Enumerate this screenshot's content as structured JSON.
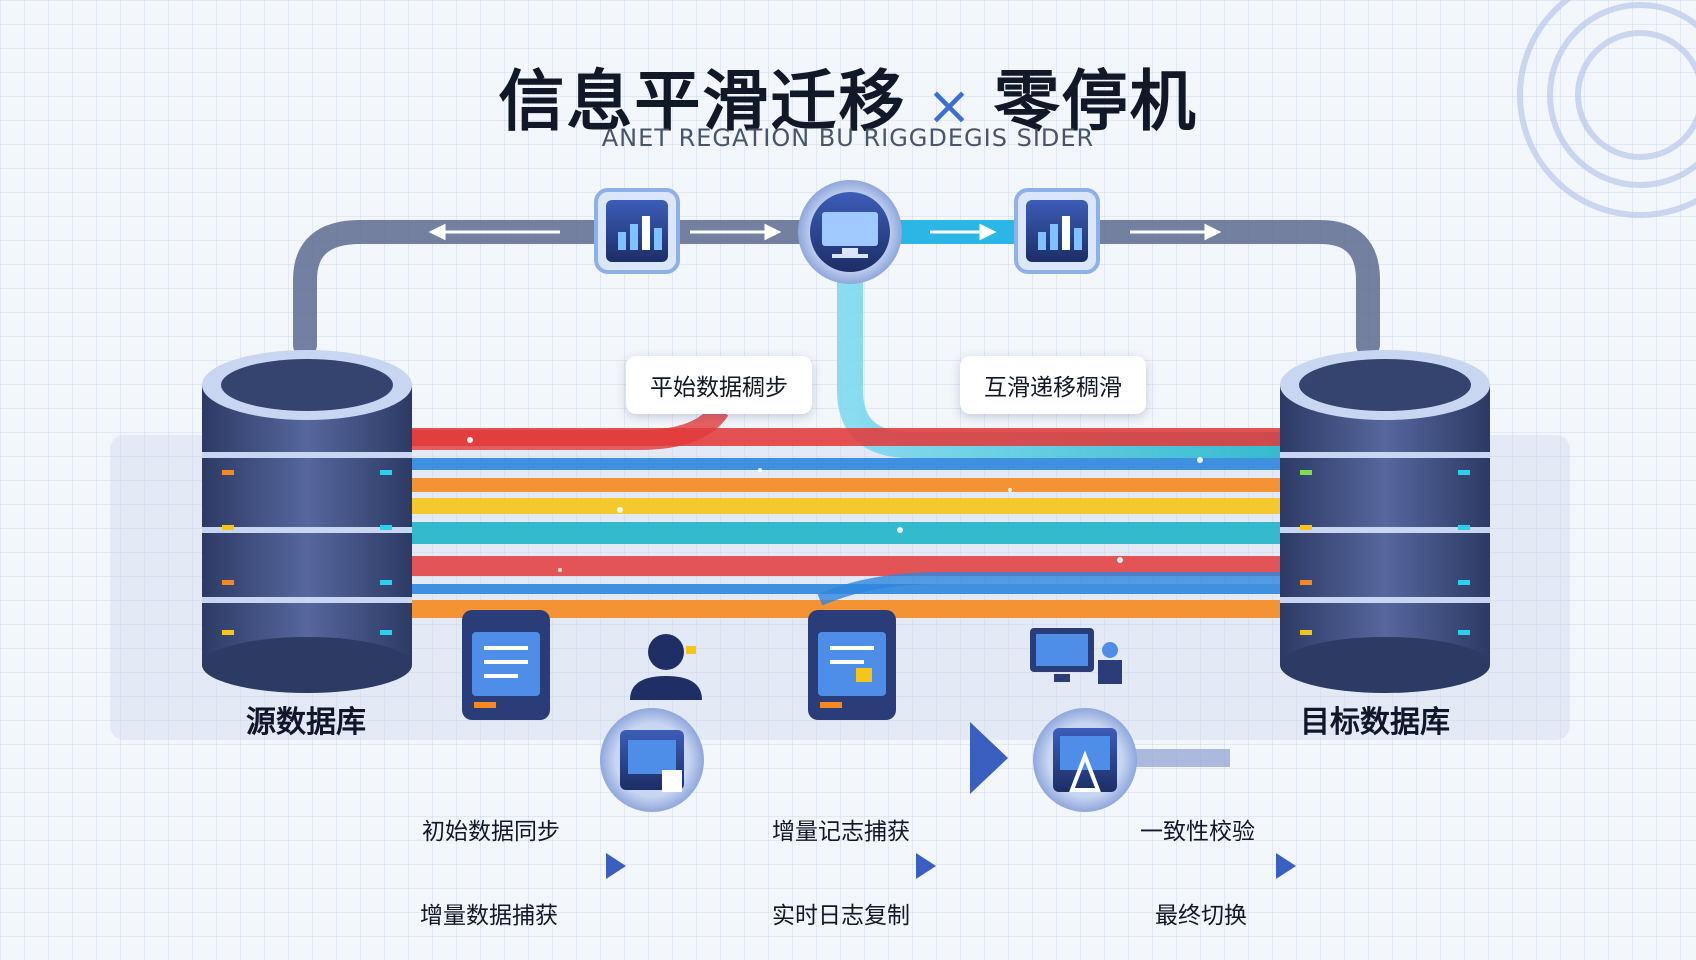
{
  "header": {
    "title_left": "信息平滑迁移",
    "title_cross": "×",
    "title_right": "零停机",
    "subtitle": "ANET REGATION BU RIGGDEGIS SIDER"
  },
  "databases": {
    "source": "源数据库",
    "target": "目标数据库"
  },
  "callouts": {
    "left": "平始数据稠步",
    "right": "互滑递移稠滑"
  },
  "steps": {
    "top": [
      "初始数据同步",
      "增量记志捕获",
      "一致性校验"
    ],
    "bottom": [
      "增量数据捕获",
      "实时日志复制",
      "最终切换"
    ]
  },
  "colors": {
    "stream_red": "#e23a3a",
    "stream_orange": "#f5891f",
    "stream_yellow": "#f5c518",
    "stream_teal": "#1fb5c9",
    "stream_blue": "#2e86de",
    "accent": "#3b5fc0",
    "db_dark": "#3a4a78"
  },
  "icons": [
    "monitor-chart-icon",
    "desktop-monitor-icon",
    "user-support-icon",
    "document-panel-icon",
    "workstation-icon",
    "shield-check-icon",
    "database-icon"
  ]
}
